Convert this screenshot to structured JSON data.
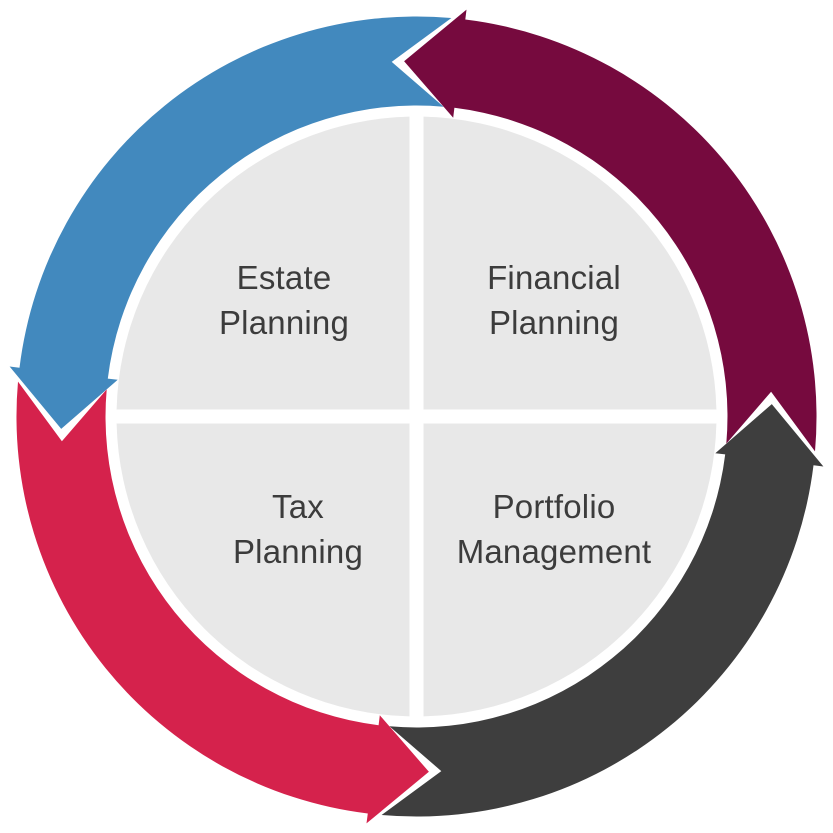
{
  "diagram": {
    "type": "four-quadrant-cycle",
    "background_color": "#FFFFFF",
    "quadrant_fill": "#E8E8E8",
    "divider_color": "#FFFFFF",
    "text_color": "#3C3C3C",
    "flow_direction": "counterclockwise",
    "quadrants": [
      {
        "name": "estate-planning",
        "line1": "Estate",
        "line2": "Planning"
      },
      {
        "name": "financial-planning",
        "line1": "Financial",
        "line2": "Planning"
      },
      {
        "name": "tax-planning",
        "line1": "Tax",
        "line2": "Planning"
      },
      {
        "name": "portfolio-management",
        "line1": "Portfolio",
        "line2": "Management"
      }
    ],
    "arrows": [
      {
        "name": "top-left-arrow",
        "color": "#4289BE"
      },
      {
        "name": "bottom-left-arrow",
        "color": "#D5224C"
      },
      {
        "name": "bottom-right-arrow",
        "color": "#3E3E3E"
      },
      {
        "name": "top-right-arrow",
        "color": "#760A3E"
      }
    ]
  }
}
